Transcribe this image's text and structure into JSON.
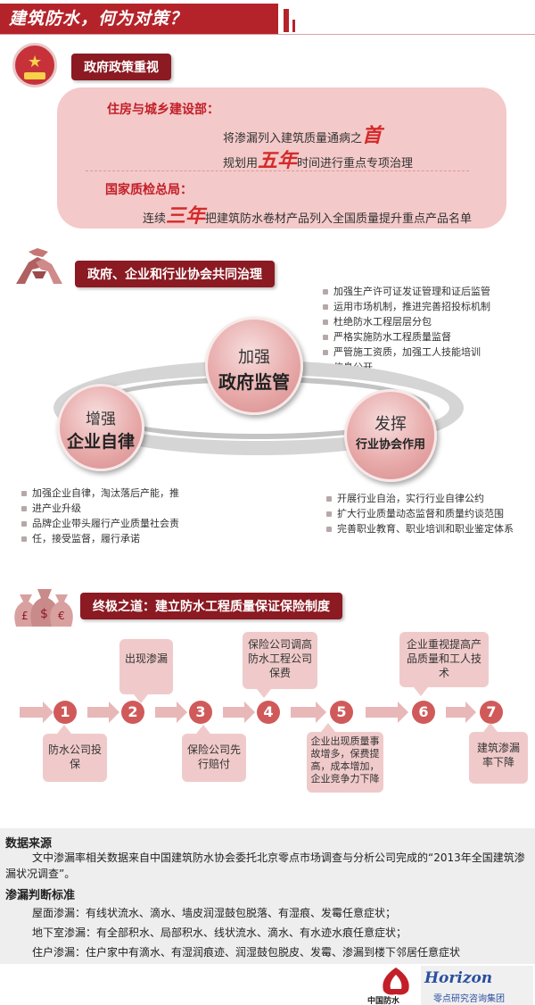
{
  "header": {
    "title": "建筑防水，何为对策？"
  },
  "section1": {
    "pill": "政府政策重视",
    "ministry1": "住房与城乡建设部：",
    "line1_pre": "将渗漏列入建筑质量通病之",
    "line1_big": "首",
    "line2_pre": "规划用",
    "line2_big": "五年",
    "line2_post": "时间进行重点专项治理",
    "ministry2": "国家质检总局：",
    "line3_pre": "连续",
    "line3_big": "三年",
    "line3_post": "把建筑防水卷材产品列入全国质量提升重点产品名单"
  },
  "section2": {
    "pill": "政府、企业和行业协会共同治理",
    "gov": {
      "l1": "加强",
      "l2": "政府监管"
    },
    "ent": {
      "l1": "增强",
      "l2": "企业自律"
    },
    "ind": {
      "l1": "发挥",
      "l2": "行业协会作用"
    },
    "gov_items": [
      "加强生产许可证发证管理和证后监管",
      "运用市场机制，推进完善招投标机制",
      "杜绝防水工程层层分包",
      "严格实施防水工程质量监督",
      "严管施工资质，加强工人技能培训",
      "信息公开"
    ],
    "ent_items": [
      "加强企业自律，淘汰落后产能，推",
      "进产业升级",
      "品牌企业带头履行产业质量社会责",
      "任，接受监督，履行承诺"
    ],
    "ind_items": [
      "开展行业自治，实行行业自律公约",
      "扩大行业质量动态监督和质量约谈范围",
      "完善职业教育、职业培训和职业鉴定体系"
    ]
  },
  "section3": {
    "pill": "终极之道：建立防水工程质量保证保险制度",
    "steps": [
      "1",
      "2",
      "3",
      "4",
      "5",
      "6",
      "7"
    ],
    "callouts": {
      "c1": "防水公司投保",
      "c2": "出现渗漏",
      "c3": "保险公司先行赔付",
      "c4": "保险公司调高防水工程公司保费",
      "c5": "企业出现质量事故增多，保费提高，成本增加，企业竞争力下降",
      "c6": "企业重视提高产品质量和工人技术",
      "c7": "建筑渗漏率下降"
    }
  },
  "data_source": {
    "heading": "数据来源",
    "text": "文中渗漏率相关数据来自中国建筑防水协会委托北京零点市场调查与分析公司完成的“2013年全国建筑渗漏状况调查”。",
    "criteria_heading": "渗漏判断标准",
    "roof": "屋面渗漏：有线状流水、滴水、墙皮润湿鼓包脱落、有湿痕、发霉任意症状；",
    "basement": "地下室渗漏：有全部积水、局部积水、线状流水、滴水、有水迹水痕任意症状；",
    "household": "住户渗漏：住户家中有滴水、有湿润痕迹、润湿鼓包脱皮、发霉、渗漏到楼下邻居任意症状"
  },
  "footer": {
    "logo1_text": "中国防水",
    "logo2_text": "Horizon",
    "logo2_sub": "零点研究咨询集团"
  },
  "colors": {
    "brand_red": "#b5232a",
    "pill_red": "#8b1a22",
    "pink": "#f4c9c9"
  }
}
